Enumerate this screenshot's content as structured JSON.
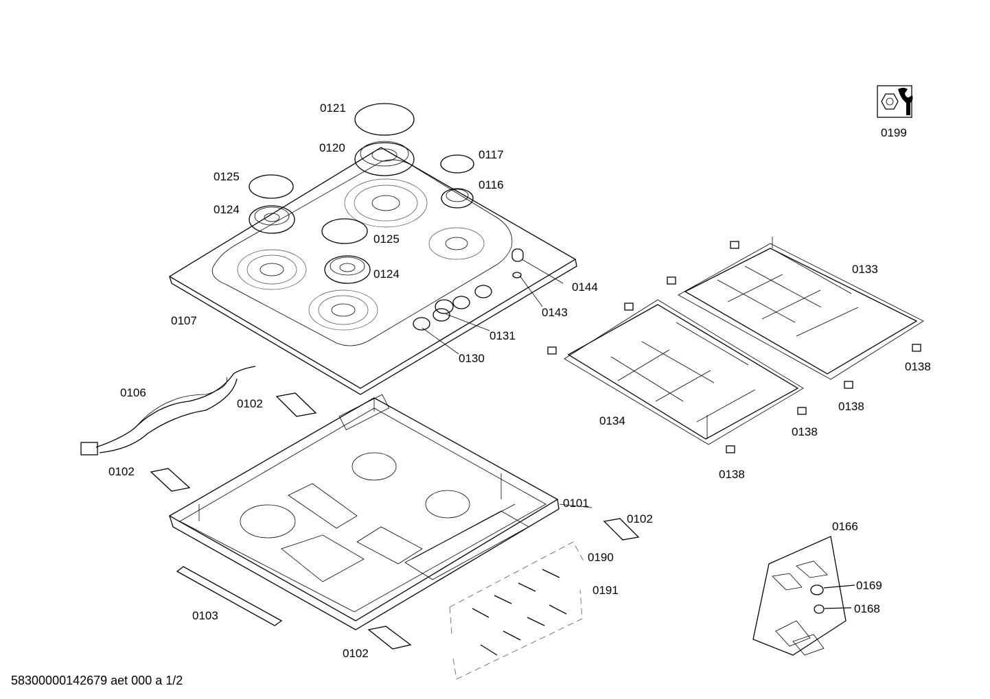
{
  "labels": {
    "p0121": "0121",
    "p0120": "0120",
    "p0117": "0117",
    "p0116": "0116",
    "p0125a": "0125",
    "p0124a": "0124",
    "p0125b": "0125",
    "p0124b": "0124",
    "p0107": "0107",
    "p0144": "0144",
    "p0143": "0143",
    "p0131": "0131",
    "p0130": "0130",
    "p0199": "0199",
    "p0133": "0133",
    "p0138a": "0138",
    "p0138b": "0138",
    "p0138c": "0138",
    "p0138d": "0138",
    "p0134": "0134",
    "p0106": "0106",
    "p0102a": "0102",
    "p0102b": "0102",
    "p0102c": "0102",
    "p0102d": "0102",
    "p0101": "0101",
    "p0190": "0190",
    "p0191": "0191",
    "p0103": "0103",
    "p0166": "0166",
    "p0169": "0169",
    "p0168": "0168"
  },
  "footer": "58300000142679 aet 000 a 1/2",
  "icons": {
    "service_kit": "wrench-nut-icon"
  }
}
